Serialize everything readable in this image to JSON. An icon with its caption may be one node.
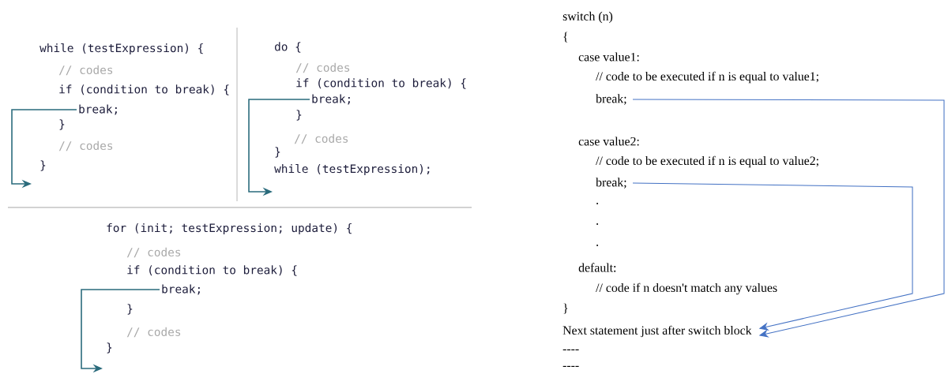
{
  "diagram": {
    "nodes": [
      {
        "text": [
          "break;"
        ]
      },
      {
        "text": [
          "break;"
        ]
      },
      {
        "text": [
          "break;"
        ]
      },
      {
        "text": [
          "break;"
        ]
      },
      {
        "text": [
          "break;"
        ]
      },
      {
        "text": [
          "Next statement just after switch block"
        ]
      }
    ],
    "edges": [
      {
        "from": 0,
        "to": null,
        "arrow": "to",
        "color": "#2a6b7c"
      },
      {
        "from": 1,
        "to": null,
        "arrow": "to",
        "color": "#2a6b7c"
      },
      {
        "from": 2,
        "to": null,
        "arrow": "to",
        "color": "#2a6b7c"
      },
      {
        "from": 3,
        "to": 5,
        "arrow": "to",
        "color": "#4472c4"
      },
      {
        "from": 4,
        "to": 5,
        "arrow": "to",
        "color": "#4472c4"
      }
    ],
    "labels": [
      "while (testExpression) {",
      "// codes",
      "if (condition to break) {",
      "}",
      "// codes",
      "}",
      "do {",
      "// codes",
      "if (condition to break) {",
      "}",
      "// codes",
      "}",
      "while (testExpression);",
      "for (init; testExpression; update) {",
      "// codes",
      "if (condition to break) {",
      "}",
      "// codes",
      "}",
      "switch (n)",
      "{",
      "case value1:",
      "// code to be executed if n is equal to value1;",
      "case value2:",
      "// code to be executed if n is equal to value2;",
      ".",
      ".",
      ".",
      "default:",
      "// code if n doesn't match any values",
      "}",
      "----",
      "----"
    ]
  }
}
